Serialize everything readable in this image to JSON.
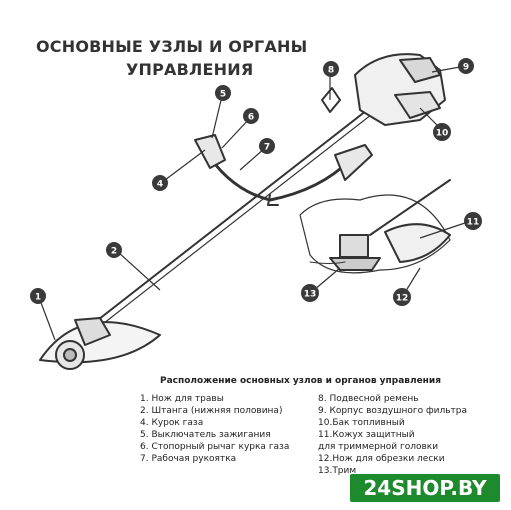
{
  "title_line1": "ОСНОВНЫЕ УЗЛЫ И ОРГАНЫ",
  "title_line2": "УПРАВЛЕНИЯ",
  "legend_title": "Расположение основных узлов и органов управления",
  "legend_left": [
    "1.  Нож для травы",
    "2.  Штанга (нижняя половина)",
    "4.  Курок газа",
    "5.  Выключатель зажигания",
    "6.  Стопорный рычаг курка газа",
    "7.  Рабочая рукоятка"
  ],
  "legend_right": [
    "8.   Подвесной ремень",
    "9.   Корпус воздушного фильтра",
    "10.Бак топливный",
    "11.Кожух защитный",
    "      для триммерной головки",
    "12.Нож для обрезки лески",
    "13.Трим"
  ],
  "callouts": {
    "c1": "1",
    "c2": "2",
    "c4": "4",
    "c5": "5",
    "c6": "6",
    "c7": "7",
    "c8": "8",
    "c9": "9",
    "c10": "10",
    "c11": "11",
    "c12": "12",
    "c13": "13"
  },
  "watermark": "24SHOP.BY",
  "colors": {
    "line": "#333333",
    "callout_fill": "#3a3a3a",
    "badge_green": "#1d8a2e"
  }
}
